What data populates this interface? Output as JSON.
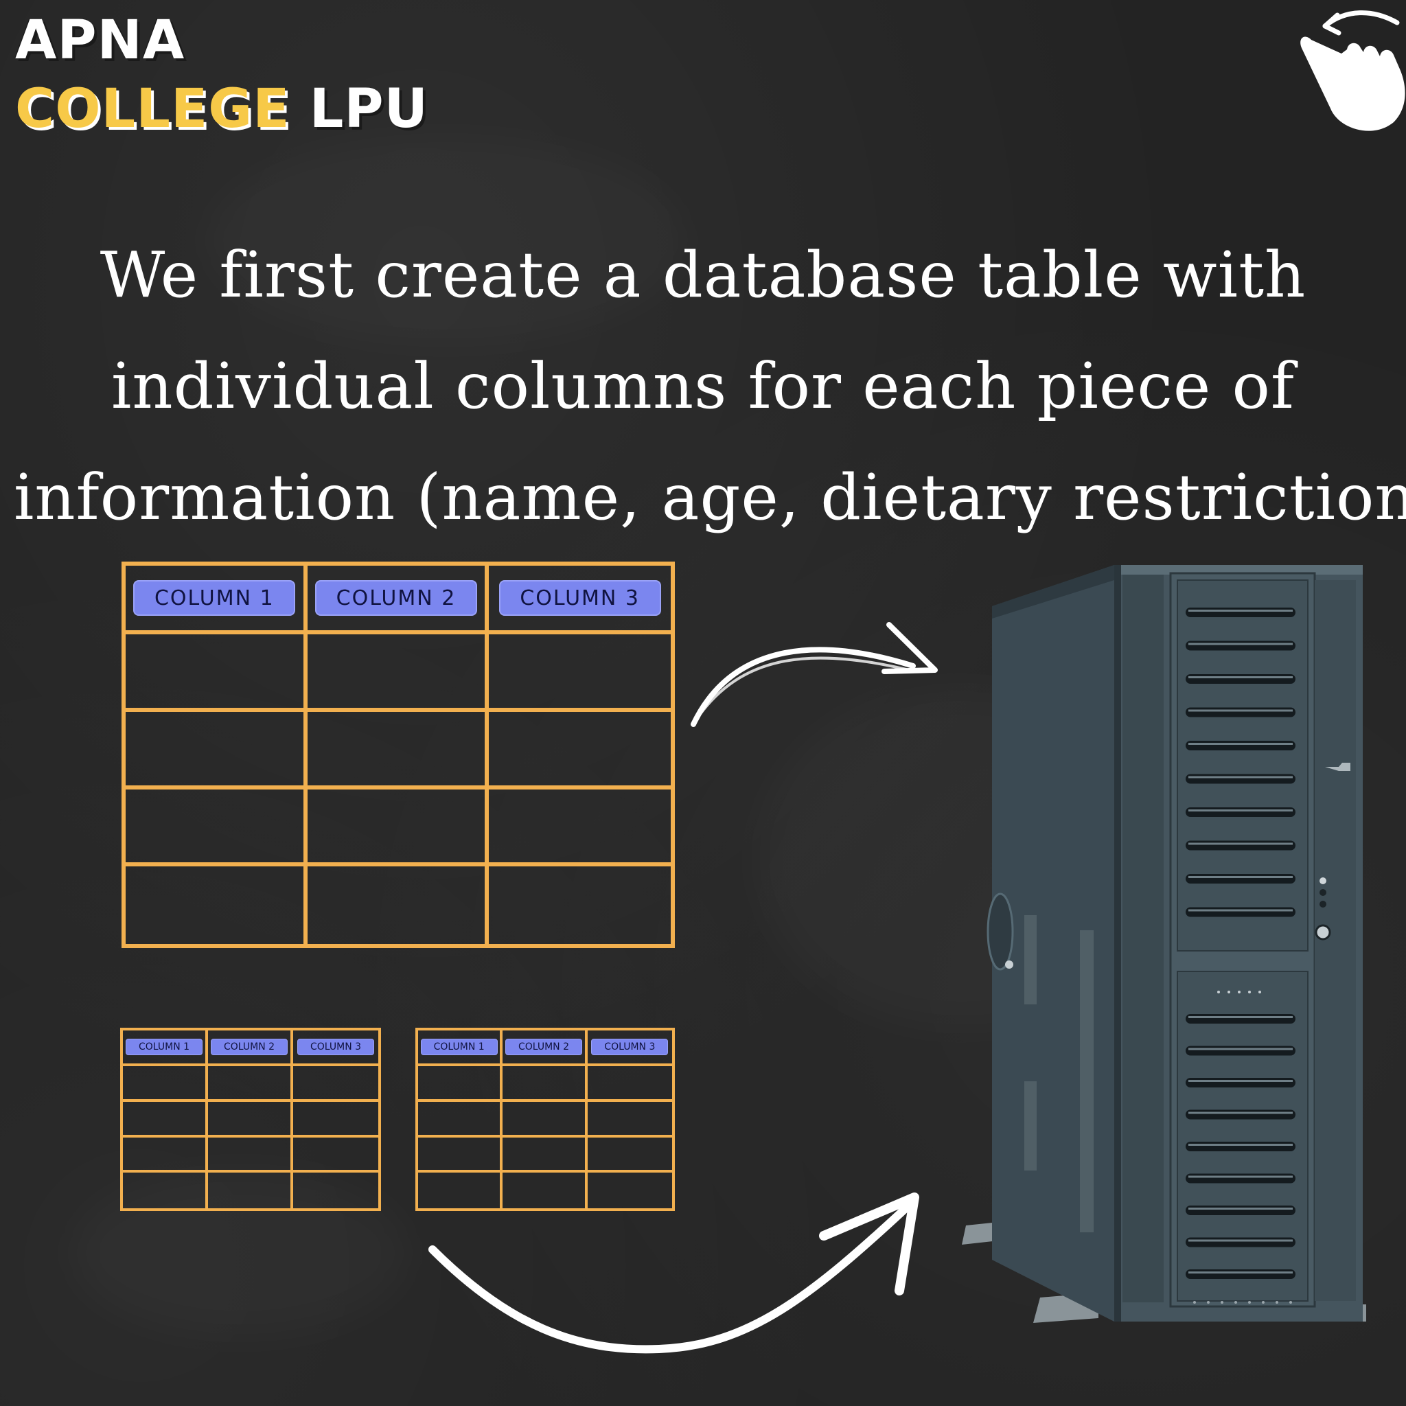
{
  "brand": {
    "line1": "APNA",
    "college": "COLLEGE",
    "lpu": "LPU"
  },
  "icons": {
    "swipe": "swipe-hand-icon",
    "arrow_top": "curved-arrow-icon",
    "arrow_bottom": "curved-arrow-icon",
    "server": "server-tower-icon"
  },
  "headline": {
    "line1": "We first create a database table with",
    "line2": "individual columns for each piece of",
    "line3": "information (name, age, dietary restrictions)"
  },
  "big_table": {
    "headers": [
      "COLUMN 1",
      "COLUMN 2",
      "COLUMN 3"
    ],
    "empty_rows": 4
  },
  "small_table_left": {
    "headers": [
      "COLUMN 1",
      "COLUMN 2",
      "COLUMN 3"
    ],
    "empty_rows": 4
  },
  "small_table_right": {
    "headers": [
      "COLUMN 1",
      "COLUMN 2",
      "COLUMN 3"
    ],
    "empty_rows": 4
  },
  "colors": {
    "background": "#232323",
    "brand_yellow": "#f7c948",
    "table_border": "#f2b04f",
    "header_pill": "#7b86ef",
    "server_body": "#3f4f58"
  }
}
